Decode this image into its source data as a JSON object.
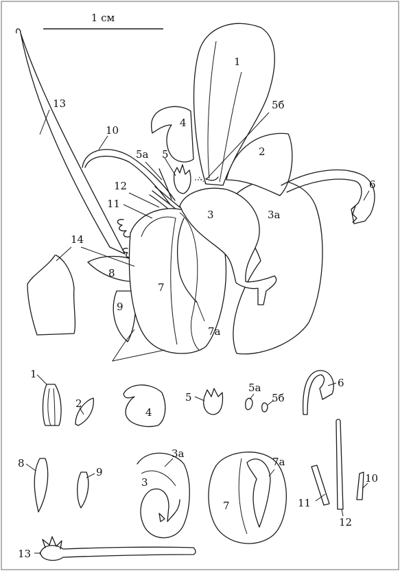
{
  "scale_bar": {
    "label": "1 см"
  },
  "labels": {
    "p1": "1",
    "p2": "2",
    "p3": "3",
    "p3a": "3а",
    "p4": "4",
    "p5": "5",
    "p5a": "5а",
    "p5b": "5б",
    "p6": "6",
    "p7": "7",
    "p7a": "7а",
    "p8": "8",
    "p9": "9",
    "p10": "10",
    "p11": "11",
    "p12": "12",
    "p13": "13",
    "p14": "14"
  },
  "colors": {
    "line": "#1a1a1a",
    "frame": "#9a9a9a",
    "background": "#ffffff"
  }
}
